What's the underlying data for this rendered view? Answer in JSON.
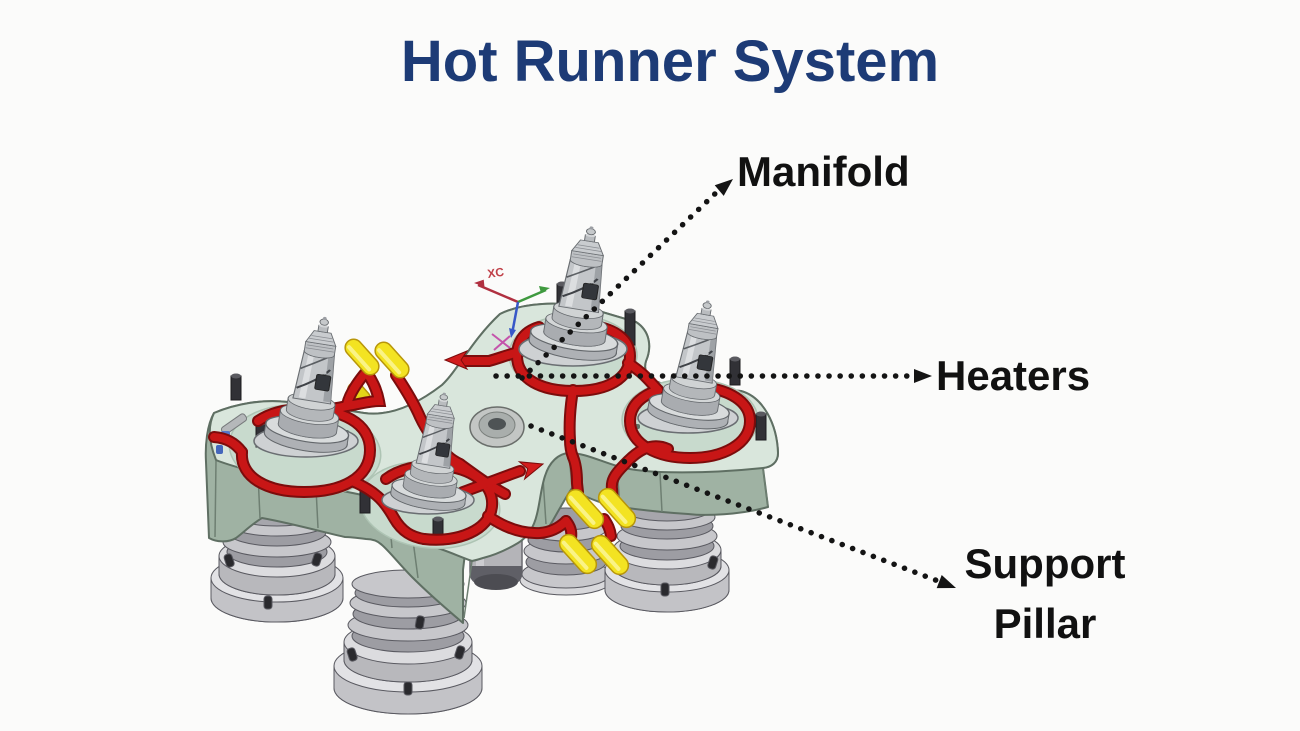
{
  "title": {
    "text": "Hot Runner System",
    "color": "#1d3b76"
  },
  "labels": {
    "manifold": "Manifold",
    "heaters": "Heaters",
    "support_line1": "Support",
    "support_line2": "Pillar"
  },
  "diagram": {
    "axis_label": "XC",
    "parts": [
      "manifold plate",
      "nozzles",
      "heater tubes",
      "heater connectors",
      "support pillars"
    ]
  },
  "colors": {
    "title": "#1d3b76",
    "label": "#111111",
    "leader": "#141414",
    "plate_top": "#d9e6dc",
    "plate_side": "#9fb2a3",
    "pocket": "#c8dacd",
    "heater_tube": "#c81616",
    "heater_tube_dark": "#7c0c0c",
    "connector_yellow": "#f3e322",
    "metal_light": "#d6d9da",
    "metal_mid": "#b9bcbe",
    "bolt_black": "#313136"
  }
}
